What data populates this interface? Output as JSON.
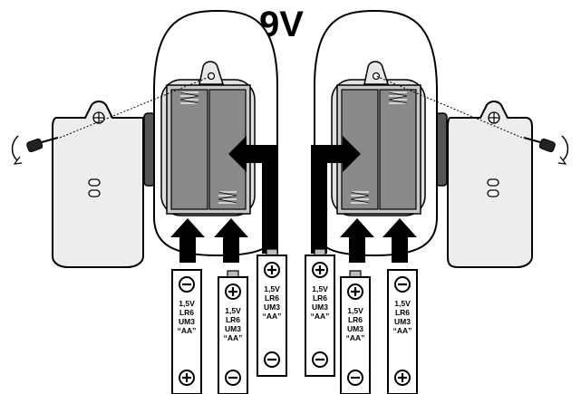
{
  "title": "9V",
  "battery_label": {
    "line1": "1,5V",
    "line2": "LR6",
    "line3": "UM3",
    "line4": "“AA”"
  },
  "batteries": [
    {
      "top_terminal": "minus",
      "bottom_terminal": "plus"
    },
    {
      "top_terminal": "plus",
      "bottom_terminal": "minus"
    },
    {
      "top_terminal": "plus",
      "bottom_terminal": "minus"
    },
    {
      "top_terminal": "plus",
      "bottom_terminal": "minus"
    },
    {
      "top_terminal": "plus",
      "bottom_terminal": "minus"
    },
    {
      "top_terminal": "minus",
      "bottom_terminal": "plus"
    }
  ],
  "colors": {
    "outline": "#000000",
    "case_fill": "#ffffff",
    "cover_fill": "#ededed",
    "compartment_fill": "#8a8a8a",
    "tray_fill": "#d4d4d4",
    "side_button": "#555555"
  }
}
